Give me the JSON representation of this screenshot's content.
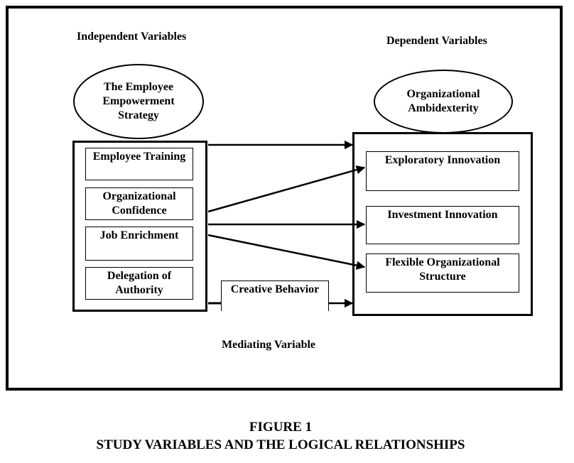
{
  "labels": {
    "independent": "Independent Variables",
    "dependent": "Dependent Variables",
    "mediating": "Mediating Variable"
  },
  "independent": {
    "title_lines": [
      "The Employee",
      "Empowerment",
      "Strategy"
    ],
    "items": [
      {
        "lines": [
          "Employee Training"
        ]
      },
      {
        "lines": [
          "Organizational",
          "Confidence"
        ]
      },
      {
        "lines": [
          "Job Enrichment"
        ]
      },
      {
        "lines": [
          "Delegation of",
          "Authority"
        ]
      }
    ]
  },
  "dependent": {
    "title_lines": [
      "Organizational",
      "Ambidexterity"
    ],
    "items": [
      {
        "lines": [
          "Exploratory Innovation"
        ]
      },
      {
        "lines": [
          "Investment Innovation"
        ]
      },
      {
        "lines": [
          "Flexible Organizational",
          "Structure"
        ]
      }
    ]
  },
  "mediator": {
    "label": "Creative Behavior"
  },
  "caption": {
    "figure": "FIGURE 1",
    "title": "STUDY VARIABLES AND THE LOGICAL RELATIONSHIPS"
  }
}
